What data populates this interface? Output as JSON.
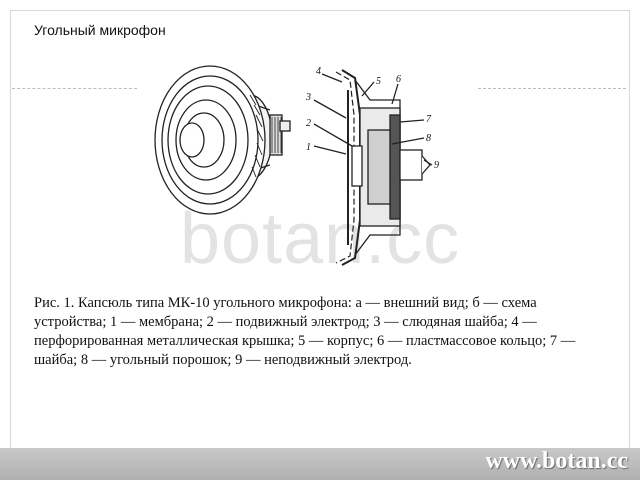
{
  "slide": {
    "title": "Угольный микрофон",
    "caption": "Рис. 1. Капсюль типа МК-10 угольного микрофона: а — внешний вид; б — схема устройства; 1 — мембрана; 2 — подвижный электрод; 3 — слюдяная шайба; 4 — перфорированная металлическая крышка; 5 — корпус; 6 — пластмассовое кольцо; 7 — шайба; 8 — угольный порошок; 9 — неподвижный электрод.",
    "watermark": "botan.cc",
    "footer_url": "www.botan.cc"
  },
  "figure_labels": {
    "l1": "1",
    "l2": "2",
    "l3": "3",
    "l4": "4",
    "l5": "5",
    "l6": "6",
    "l7": "7",
    "l8": "8",
    "l9": "9"
  }
}
